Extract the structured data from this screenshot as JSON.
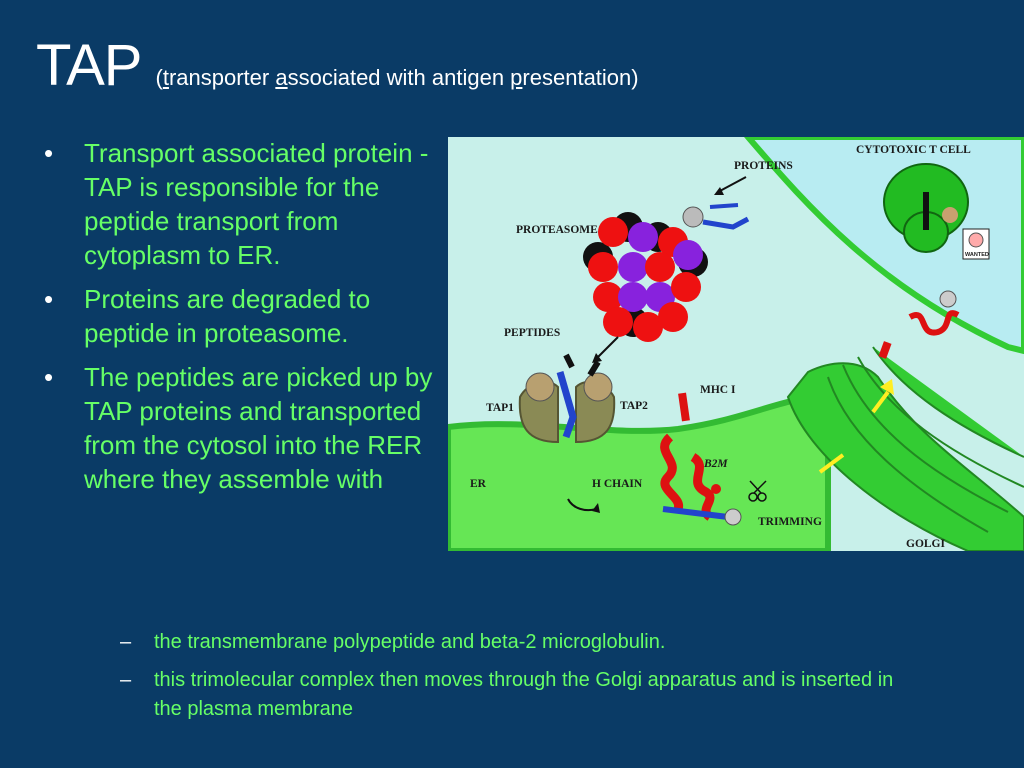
{
  "title": {
    "main": "TAP",
    "sub_open": "(",
    "sub_t": "t",
    "sub_1": "ransporter ",
    "sub_a": "a",
    "sub_2": "ssociated with antigen ",
    "sub_p": "p",
    "sub_3": "resentation)"
  },
  "bullets": [
    "Transport associated protein  - TAP is responsible for the peptide transport from cytoplasm to ER.",
    "Proteins are degraded to peptide in proteasome.",
    "The peptides are picked up by TAP proteins and transported from the cytosol into the RER where they assemble with"
  ],
  "bullet_glyph": "•",
  "subbullets": [
    "the transmembrane polypeptide and beta-2 microglobulin.",
    "this trimolecular complex then moves through the Golgi apparatus and is inserted in the plasma membrane"
  ],
  "dash_glyph": "–",
  "figure": {
    "labels": {
      "cytotoxic": "CYTOTOXIC T CELL",
      "proteins": "PROTEINS",
      "proteasome": "PROTEASOME",
      "peptides": "PEPTIDES",
      "tap1": "TAP1",
      "tap2": "TAP2",
      "mhc": "MHC I",
      "b2m": "B2M",
      "er": "ER",
      "hchain": "H CHAIN",
      "trimming": "TRIMMING",
      "golgi": "GOLGI",
      "wanted": "WANTED"
    },
    "colors": {
      "cytoplasm": "#c8f0ea",
      "er": "#66e655",
      "golgi": "#33cc33",
      "tcell": "#22bb22",
      "proteasome_red": "#ee1111",
      "proteasome_purple": "#8822dd",
      "mhc_red": "#dd1111",
      "tap": "#8a8a55"
    }
  }
}
